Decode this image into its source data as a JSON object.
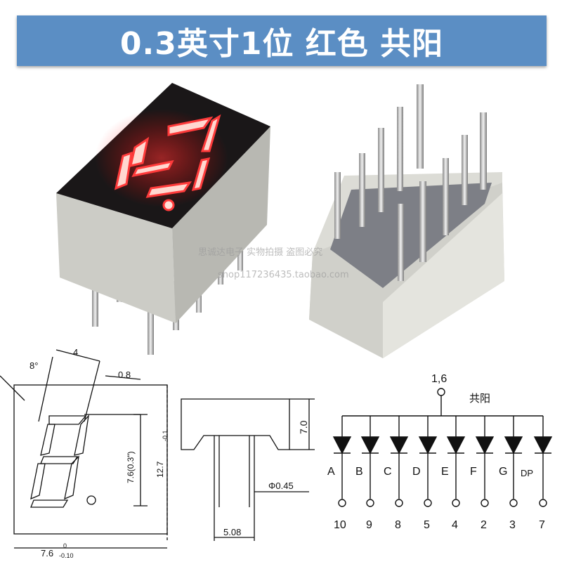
{
  "banner": {
    "title": "0.3英寸1位 红色 共阳"
  },
  "watermark": {
    "line1": "思诚达电子 实物拍摄 盗图必究",
    "line2": "shop117236435.taobao.com"
  },
  "front_view": {
    "top_width": "4",
    "angle": "8°",
    "segment_offset": "0.8",
    "digit_height": "7.6(0.3\")",
    "total_height": "12.7",
    "total_height_tol": "-0.1",
    "width": "7.6",
    "width_tol_top": "0",
    "width_tol_bottom": "-0.10"
  },
  "side_view": {
    "height": "7.0",
    "pin_diameter": "Φ0.45",
    "pin_pitch": "5.08"
  },
  "schematic": {
    "common_pins": "1,6",
    "common_label": "共阳",
    "segments": [
      "A",
      "B",
      "C",
      "D",
      "E",
      "F",
      "G",
      "DP"
    ],
    "pins": [
      "10",
      "9",
      "8",
      "5",
      "4",
      "2",
      "3",
      "7"
    ]
  },
  "colors": {
    "banner": "#5b8ec4",
    "led_red": "#ff4a4a",
    "body_gray": "#d8d8d2"
  }
}
